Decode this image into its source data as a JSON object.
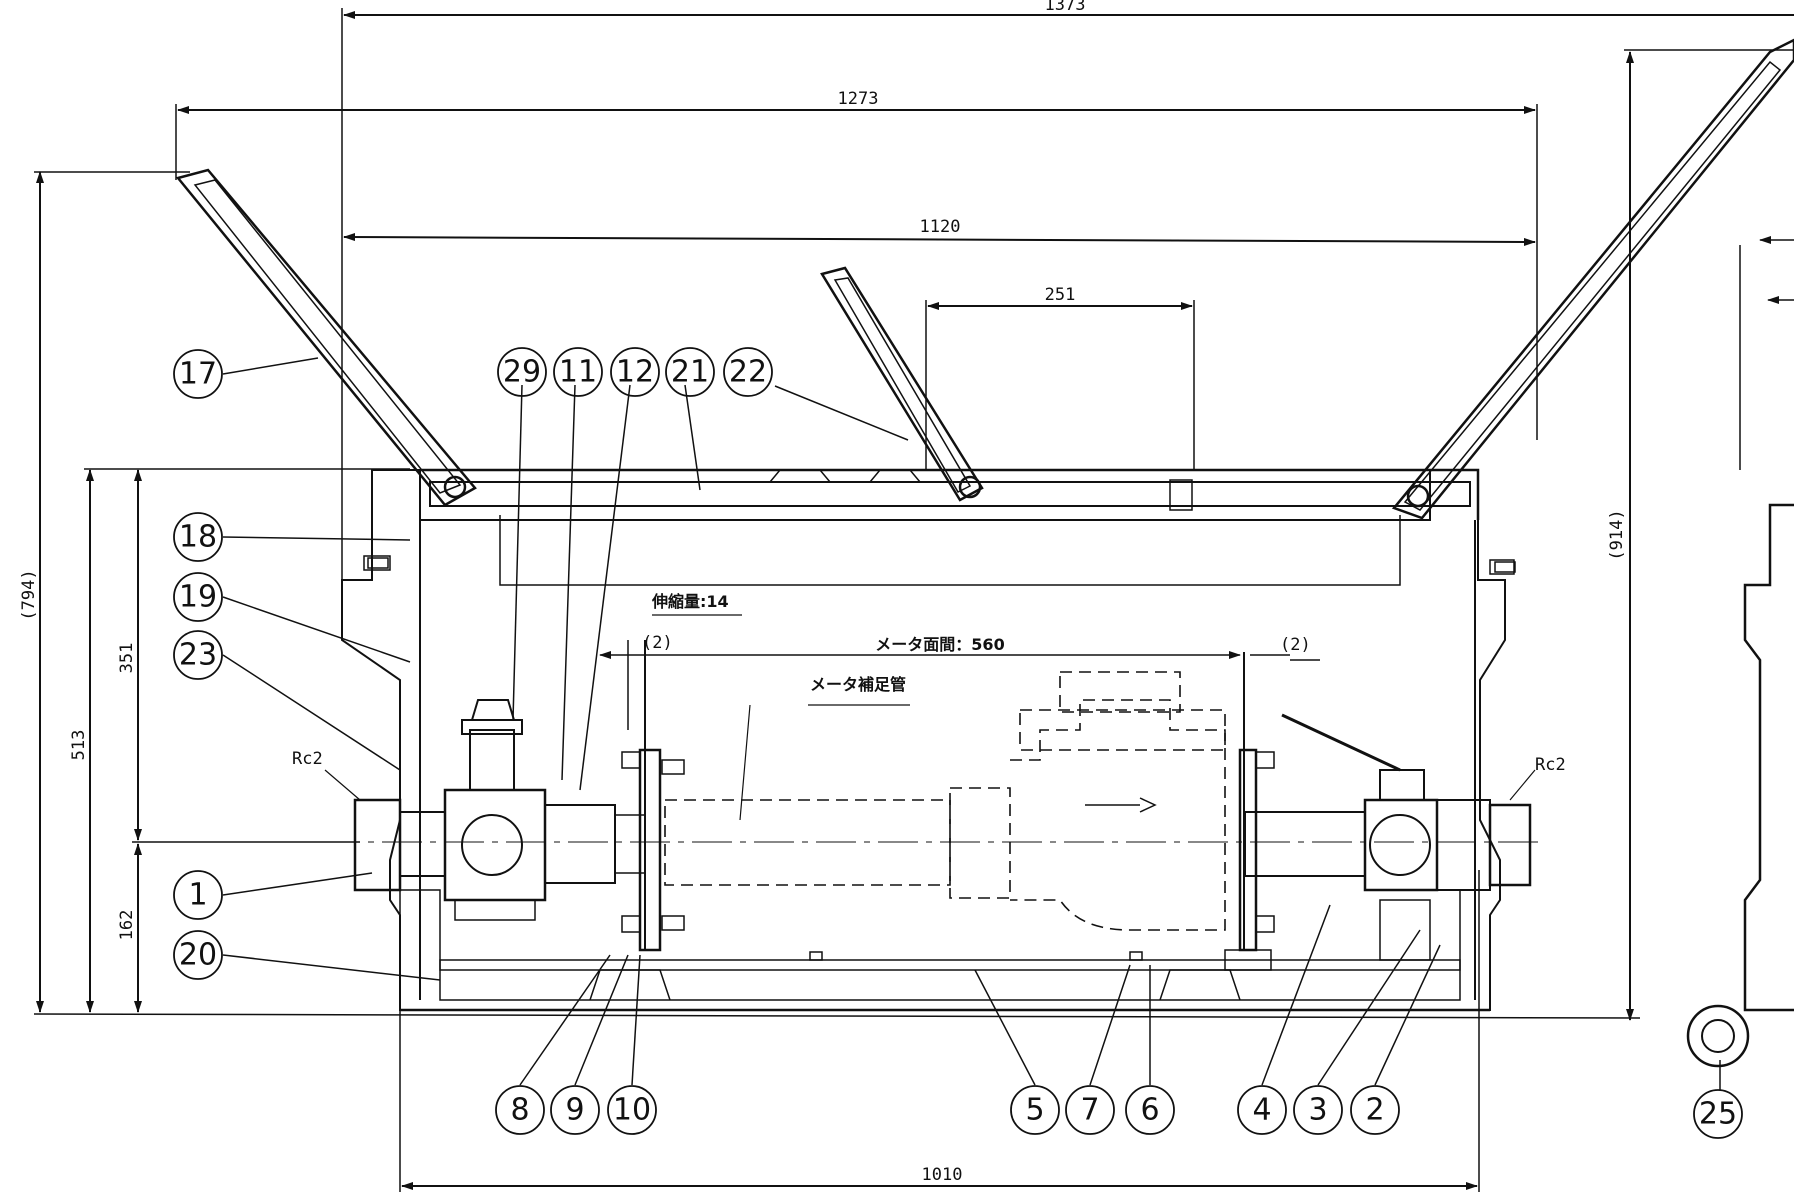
{
  "dimensions": {
    "total_top": "1373",
    "lid_width": "1273",
    "box_width": "1120",
    "center_lid": "251",
    "bottom_width": "1010",
    "overall_height": "(794)",
    "box_height": "513",
    "upper_height": "351",
    "lower_height": "162",
    "side_height": "(914)",
    "expansion": "伸縮量:14",
    "gap_left": "(2)",
    "gap_right": "(2)",
    "meter_face": "メータ面間：560",
    "meter_pipe": "メータ補足管",
    "thread_left": "Rc2",
    "thread_right": "Rc2"
  },
  "balloons": {
    "b17": "17",
    "b29": "29",
    "b11": "11",
    "b12": "12",
    "b21": "21",
    "b22": "22",
    "b18": "18",
    "b19": "19",
    "b23": "23",
    "b1": "1",
    "b20": "20",
    "b8": "8",
    "b9": "9",
    "b10": "10",
    "b5": "5",
    "b7": "7",
    "b6": "6",
    "b4": "4",
    "b3": "3",
    "b2": "2",
    "b25": "25"
  },
  "colors": {
    "ink": "#111111",
    "paper": "#ffffff"
  }
}
